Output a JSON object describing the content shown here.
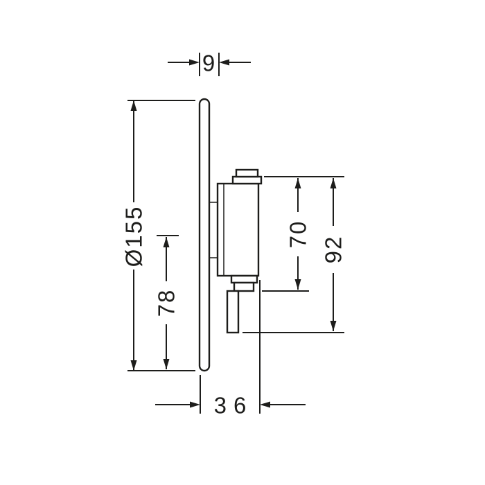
{
  "colors": {
    "line": "#1d1d1b",
    "background": "#ffffff"
  },
  "drawing": {
    "labels": {
      "plate_thickness": "9",
      "plate_diameter": "Ø155",
      "center_to_bottom": "78",
      "cartridge_height": "70",
      "overall_height": "92",
      "depth": "36"
    }
  }
}
